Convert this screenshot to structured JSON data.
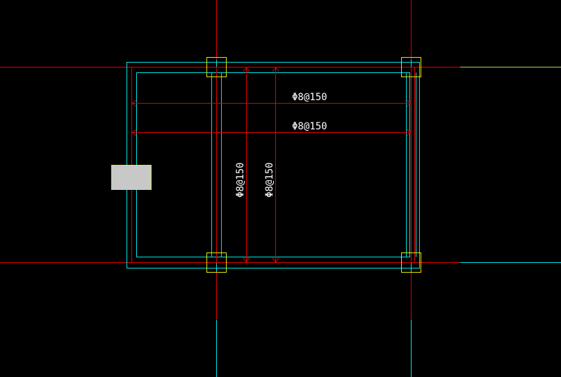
{
  "colors": {
    "background": "#000000",
    "grid_axis": "#00e5e5",
    "reinforcement": "#e00000",
    "slab_outline": "#00e5e5",
    "column_outline": "#e8e800",
    "opening_fill": "#c8c8c8",
    "opening_outline": "#e8e800",
    "label_text": "#ffffff",
    "side_axis": "#a8e040"
  },
  "labels": {
    "top_bar_1": "Φ8@150",
    "top_bar_2": "Φ8@150",
    "side_bar_1": "Φ8@150",
    "side_bar_2": "Φ8@150"
  }
}
